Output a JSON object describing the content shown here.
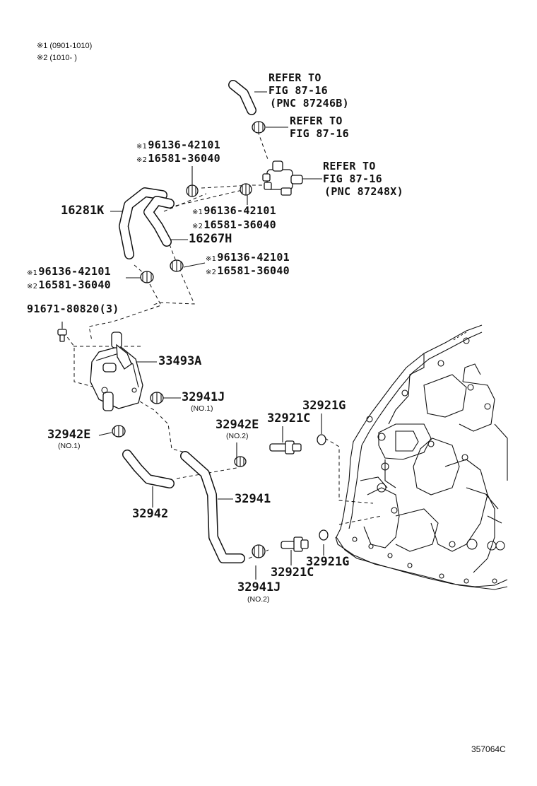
{
  "notes": {
    "note1": "※1 (0901-1010)",
    "note2": "※2 (1010-        )"
  },
  "refer_top": [
    "REFER TO",
    "FIG 87-16",
    "(PNC 87246B)"
  ],
  "refer_mid": [
    "REFER TO",
    "FIG 87-16"
  ],
  "refer_right": [
    "REFER TO",
    "FIG 87-16",
    "(PNC 87248X)"
  ],
  "alt_clamp_a": {
    "m1": "※1",
    "p1": "96136-42101",
    "m2": "※2",
    "p2": "16581-36040"
  },
  "alt_clamp_b": {
    "m1": "※1",
    "p1": "96136-42101",
    "m2": "※2",
    "p2": "16581-36040"
  },
  "alt_clamp_c": {
    "m1": "※1",
    "p1": "96136-42101",
    "m2": "※2",
    "p2": "16581-36040"
  },
  "alt_clamp_d": {
    "m1": "※1",
    "p1": "96136-42101",
    "m2": "※2",
    "p2": "16581-36040"
  },
  "parts": {
    "p16281K": "16281K",
    "p16267H": "16267H",
    "p91671": "91671-80820(3)",
    "p33493A": "33493A",
    "p32941J_1": "32941J",
    "p32941J_1_sub": "(NO.1)",
    "p32942E_1": "32942E",
    "p32942E_1_sub": "(NO.1)",
    "p32942E_2": "32942E",
    "p32942E_2_sub": "(NO.2)",
    "p32921C_top": "32921C",
    "p32921G_top": "32921G",
    "p32942": "32942",
    "p32941": "32941",
    "p32921C_bot": "32921C",
    "p32921G_bot": "32921G",
    "p32941J_2": "32941J",
    "p32941J_2_sub": "(NO.2)"
  },
  "figure_id": "357064C"
}
